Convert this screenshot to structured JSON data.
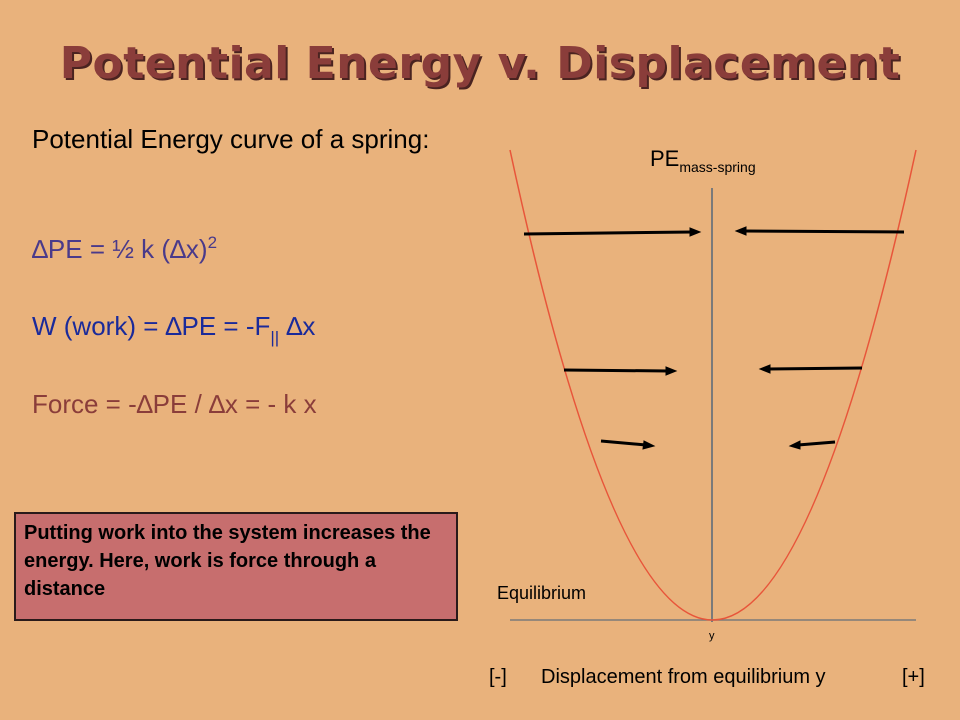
{
  "title": "Potential Energy v. Displacement",
  "intro": "Potential Energy curve of a spring:",
  "eq1": {
    "pre": "∆PE = ½ k (∆x)",
    "sup": "2"
  },
  "eq2": {
    "pre": "W (work) = ∆PE = -F",
    "sub": "||",
    "post": " ∆x"
  },
  "eq3": "Force = -∆PE / ∆x = - k x",
  "callout": "Putting work into the system increases the energy.  Here, work is force through a distance",
  "pe_label": {
    "main": "PE",
    "sub": "mass-spring"
  },
  "equilibrium_label": "Equilibrium",
  "y_tick": "y",
  "axis": {
    "neg": "[-]",
    "caption": "Displacement from equilibrium y",
    "pos": "[+]"
  },
  "colors": {
    "curve": "#e8553a",
    "arrow": "#000000",
    "axis": "#7a7a7a",
    "title": "#8a3d3a"
  }
}
